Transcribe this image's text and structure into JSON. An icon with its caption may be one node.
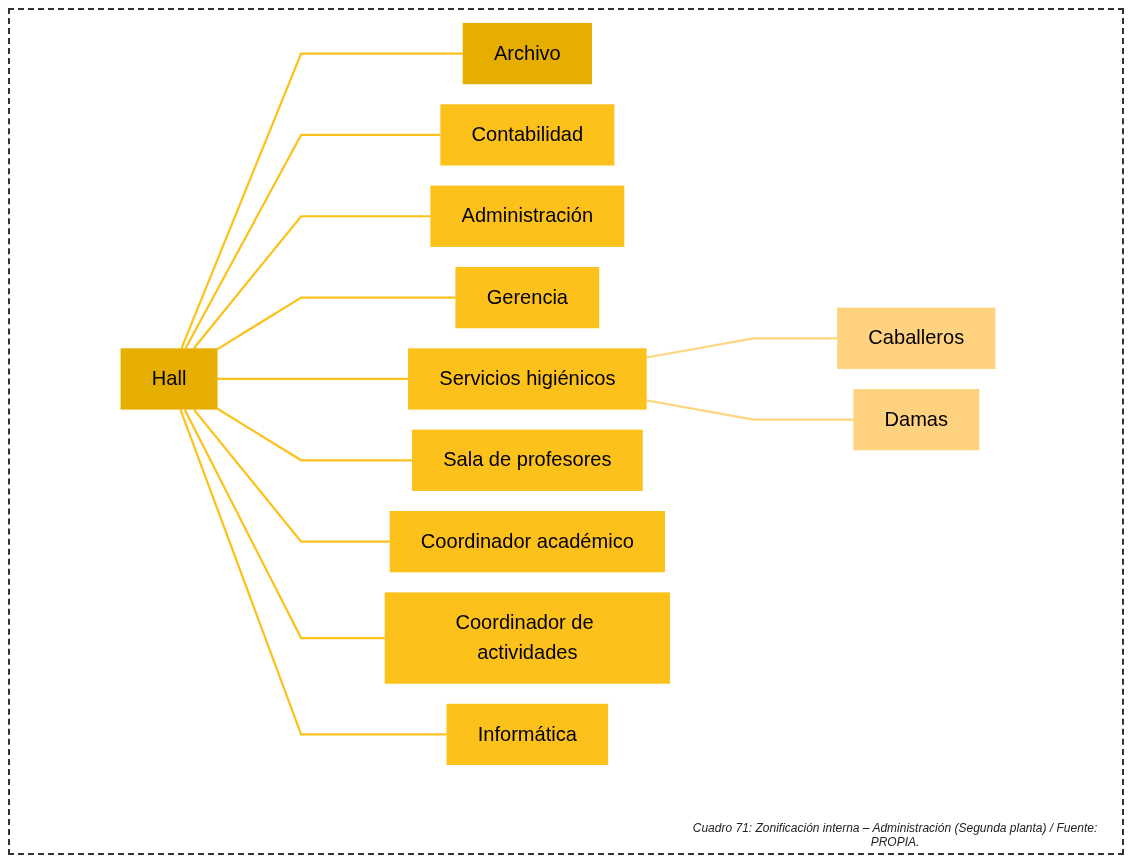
{
  "diagram": {
    "caption": "Cuadro 71: Zonificación interna – Administración (Segunda planta) / Fuente: PROPIA.",
    "nodes": [
      {
        "text": [
          "Hall"
        ]
      },
      {
        "text": [
          "Archivo"
        ]
      },
      {
        "text": [
          "Contabilidad"
        ]
      },
      {
        "text": [
          "Administración"
        ]
      },
      {
        "text": [
          "Gerencia"
        ]
      },
      {
        "text": [
          "Servicios higiénicos"
        ]
      },
      {
        "text": [
          "Caballeros"
        ]
      },
      {
        "text": [
          "Damas"
        ]
      },
      {
        "text": [
          "Sala de profesores"
        ]
      },
      {
        "text": [
          "Coordinador académico"
        ]
      },
      {
        "text": [
          "Coordinador de actividades"
        ]
      },
      {
        "text": [
          "Informática"
        ]
      }
    ],
    "edges": [
      {
        "from": 0,
        "to": 1,
        "arrow": "none"
      },
      {
        "from": 0,
        "to": 2,
        "arrow": "none"
      },
      {
        "from": 0,
        "to": 3,
        "arrow": "none"
      },
      {
        "from": 0,
        "to": 4,
        "arrow": "none"
      },
      {
        "from": 0,
        "to": 5,
        "arrow": "none"
      },
      {
        "from": 5,
        "to": 6,
        "arrow": "none",
        "color": "#ffd580"
      },
      {
        "from": 5,
        "to": 7,
        "arrow": "none",
        "color": "#ffd580"
      },
      {
        "from": 0,
        "to": 8,
        "arrow": "none"
      },
      {
        "from": 0,
        "to": 9,
        "arrow": "none"
      },
      {
        "from": 0,
        "to": 10,
        "arrow": "none"
      },
      {
        "from": 0,
        "to": 11,
        "arrow": "none"
      }
    ]
  }
}
